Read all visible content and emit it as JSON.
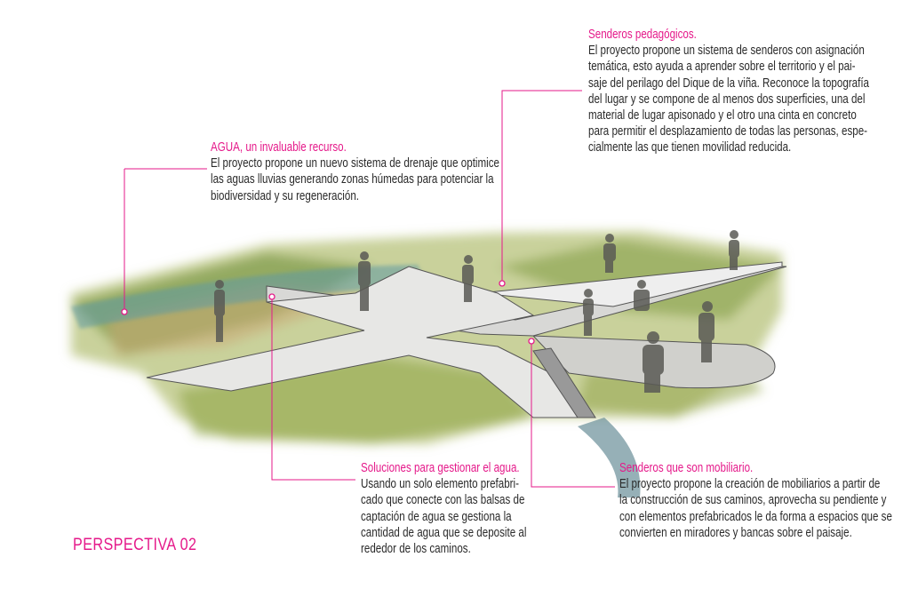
{
  "colors": {
    "accent": "#e5198a",
    "text": "#2a2a2a",
    "water": "#6a9aa0",
    "grass": "#7a9a3c"
  },
  "sections": {
    "pedagogicos": {
      "title": "Senderos pedagógicos.",
      "lines": [
        "El proyecto propone un sistema de senderos con asignación",
        "temática, esto ayuda a aprender sobre el territorio y el pai-",
        "saje del perilago del Dique de la viña. Reconoce la topografía",
        "del lugar y se compone de al menos dos superficies, una del",
        "material de lugar apisonado y el otro una cinta en concreto",
        "para permitir el desplazamiento de todas las personas, espe-",
        "cialmente las que tienen movilidad reducida."
      ]
    },
    "agua": {
      "title": "AGUA, un invaluable recurso.",
      "lines": [
        "El proyecto propone un nuevo sistema de drenaje que optimice",
        "las aguas lluvias generando zonas húmedas para potenciar la",
        "biodiversidad y su regeneración."
      ]
    },
    "soluciones": {
      "title": "Soluciones para gestionar el agua.",
      "lines": [
        "Usando un solo elemento prefabri-",
        "cado que conecte con las balsas de",
        "captación de agua se gestiona la",
        "cantidad de agua que se deposite al",
        "rededor de los caminos."
      ]
    },
    "mobiliario": {
      "title": "Senderos que son mobiliario.",
      "lines": [
        "El proyecto propone la creación de mobiliarios a partir de",
        "la construcción de sus caminos, aprovecha su pendiente y",
        "con elementos prefabricados le da forma a espacios que se",
        "convierten en miradores y bancas sobre el paisaje."
      ]
    }
  },
  "caption": "PERSPECTIVA 02"
}
